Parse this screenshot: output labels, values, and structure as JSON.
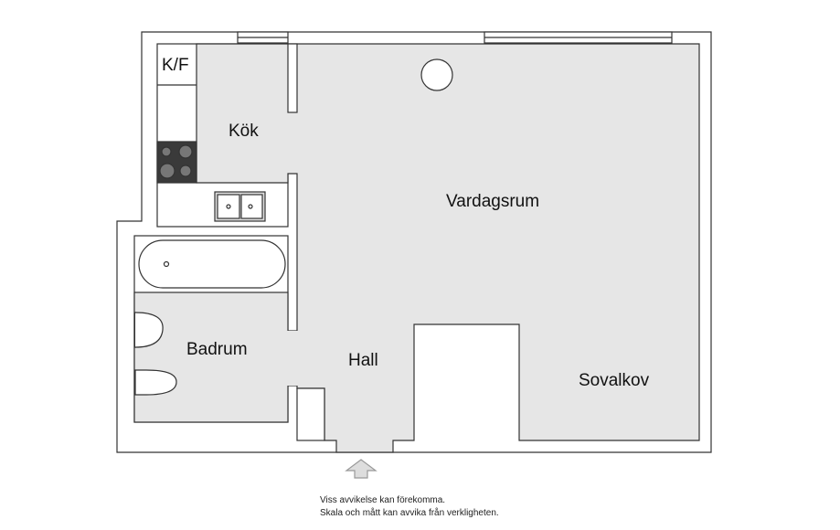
{
  "rooms": {
    "kf": "K/F",
    "kitchen": "Kök",
    "living": "Vardagsrum",
    "bathroom": "Badrum",
    "hall": "Hall",
    "bedroom": "Sovalkov"
  },
  "disclaimer": {
    "line1": "Viss avvikelse kan förekomma.",
    "line2": "Skala och mått kan avvika från verkligheten."
  },
  "colors": {
    "floor": "#e6e6e6",
    "wall": "#ffffff",
    "line": "#333333",
    "stove": "#3a3a3a"
  }
}
